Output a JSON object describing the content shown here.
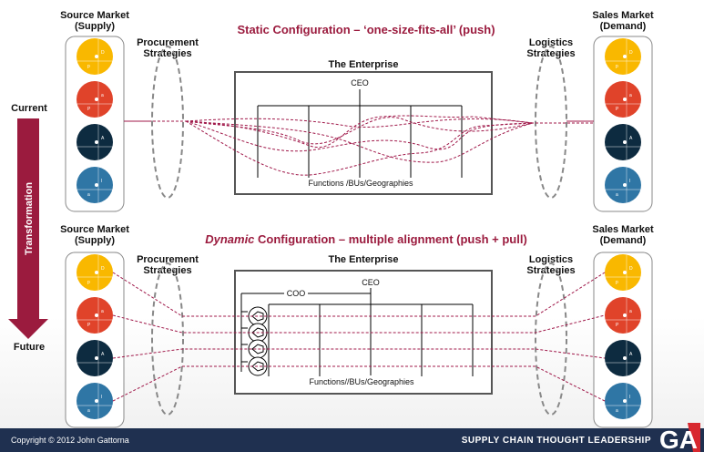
{
  "top": {
    "title_plain": "Static Configuration – ‘one-size-fits-all’ (push)",
    "source_market": [
      "Source Market",
      "(Supply)"
    ],
    "sales_market": [
      "Sales Market",
      "(Demand)"
    ],
    "procurement": [
      "Procurement",
      "Strategies"
    ],
    "logistics": [
      "Logistics",
      "Strategies"
    ],
    "enterprise": "The Enterprise",
    "ceo": "CEO",
    "functions": "Functions /BUs/Geographies"
  },
  "bottom": {
    "title_italic": "Dynamic",
    "title_rest": " Configuration – multiple alignment (push + pull)",
    "source_market": [
      "Source Market",
      "(Supply)"
    ],
    "sales_market": [
      "Sales Market",
      "(Demand)"
    ],
    "procurement": [
      "Procurement",
      "Strategies"
    ],
    "logistics": [
      "Logistics",
      "Strategies"
    ],
    "enterprise": "The Enterprise",
    "ceo": "CEO",
    "coo": "COO",
    "functions": "Functions//BUs/Geographies"
  },
  "arrow": {
    "current": "Current",
    "future": "Future",
    "label": "Transformation"
  },
  "circles": [
    {
      "color": "#f9b800",
      "letters": [
        "D",
        "p"
      ]
    },
    {
      "color": "#e0432a",
      "letters": [
        "a",
        "P"
      ]
    },
    {
      "color": "#0d2b40",
      "letters": [
        "A",
        ""
      ]
    },
    {
      "color": "#2f76a5",
      "letters": [
        "I",
        "a"
      ]
    }
  ],
  "colors": {
    "accent": "#9b1b3e",
    "footer": "#1f3050"
  },
  "footer": {
    "copyright": "Copyright © 2012 John Gattorna",
    "tagline": "SUPPLY CHAIN THOUGHT LEADERSHIP",
    "logo": "GA"
  }
}
